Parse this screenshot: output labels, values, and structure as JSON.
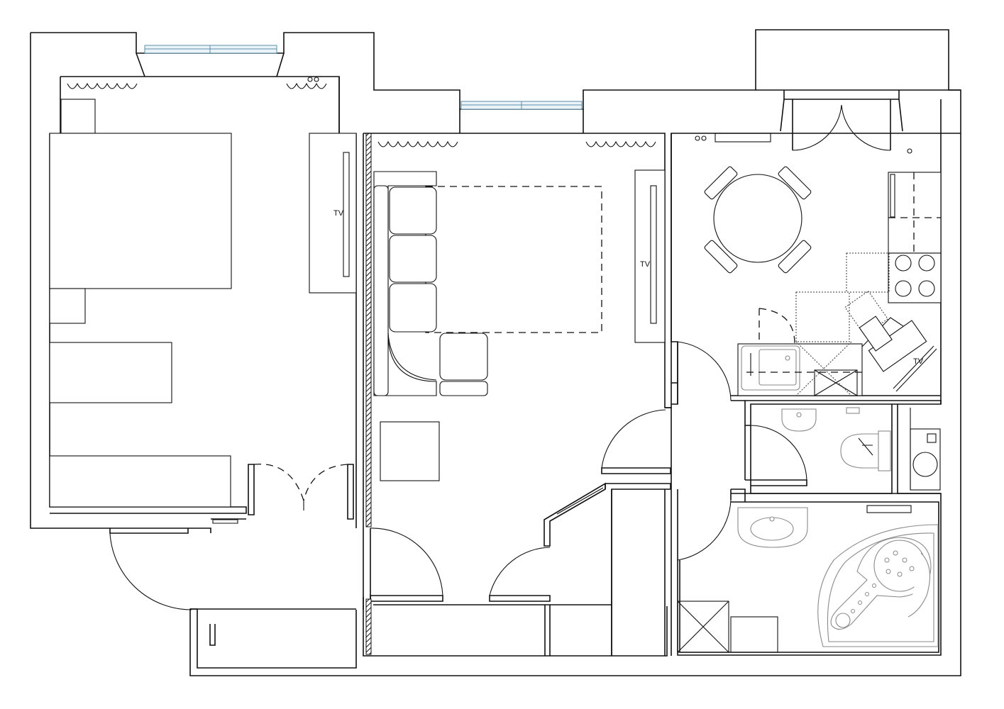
{
  "labels": {
    "tv_bedroom": "TV",
    "tv_living": "TV",
    "tv_kitchen": "TV"
  },
  "colors": {
    "wall": "#111111",
    "window_glass": "#5d8fa8",
    "sanitary_fixture": "#8a8a8a"
  }
}
